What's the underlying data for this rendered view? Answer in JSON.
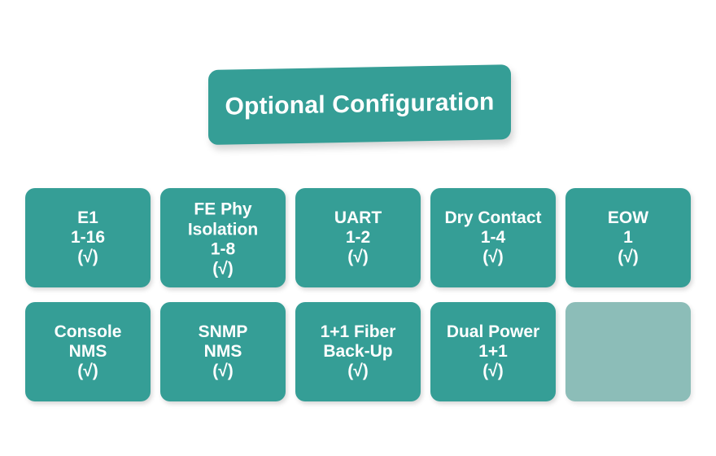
{
  "banner": {
    "title": "Optional Configuration",
    "color": "#359E96",
    "text_color": "#FFFFFF"
  },
  "theme": {
    "card_color": "#359E96",
    "card_dimmed_color": "#8CBDB8",
    "text_color": "#FFFFFF",
    "background": "#FFFFFF"
  },
  "grid": {
    "rows": [
      {
        "cards": [
          {
            "lines": [
              "E1",
              "1-16",
              "(√)"
            ]
          },
          {
            "lines": [
              "FE Phy",
              "Isolation",
              "1-8",
              "(√)"
            ]
          },
          {
            "lines": [
              "UART",
              "1-2",
              "(√)"
            ]
          },
          {
            "lines": [
              "Dry Contact",
              "1-4",
              "(√)"
            ]
          },
          {
            "lines": [
              "EOW",
              "1",
              "(√)"
            ]
          }
        ]
      },
      {
        "cards": [
          {
            "lines": [
              "Console",
              "NMS",
              "(√)"
            ]
          },
          {
            "lines": [
              "SNMP",
              "NMS",
              "(√)"
            ]
          },
          {
            "lines": [
              "1+1 Fiber",
              "Back-Up",
              "(√)"
            ]
          },
          {
            "lines": [
              "Dual Power",
              "1+1",
              "(√)"
            ]
          },
          {
            "lines": []
          }
        ]
      }
    ]
  }
}
